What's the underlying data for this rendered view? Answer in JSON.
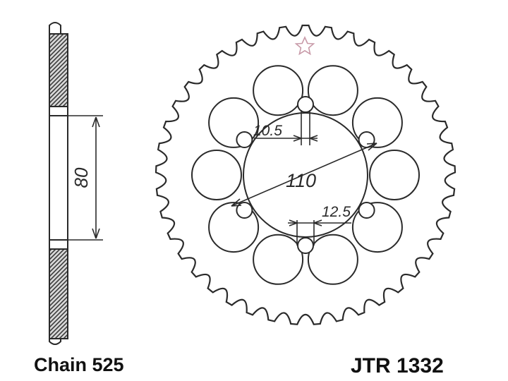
{
  "dimensions": {
    "height": "80",
    "bolt_hole": "10.5",
    "pcd": "110",
    "center_bore": "12.5"
  },
  "labels": {
    "chain": "Chain 525",
    "part_number": "JTR 1332"
  },
  "sprocket": {
    "teeth": 41,
    "lightening_holes": 10,
    "bolt_holes": 6
  },
  "colors": {
    "line": "#2a2a2a",
    "hatch": "#444444",
    "logo": "#c89aa8"
  }
}
